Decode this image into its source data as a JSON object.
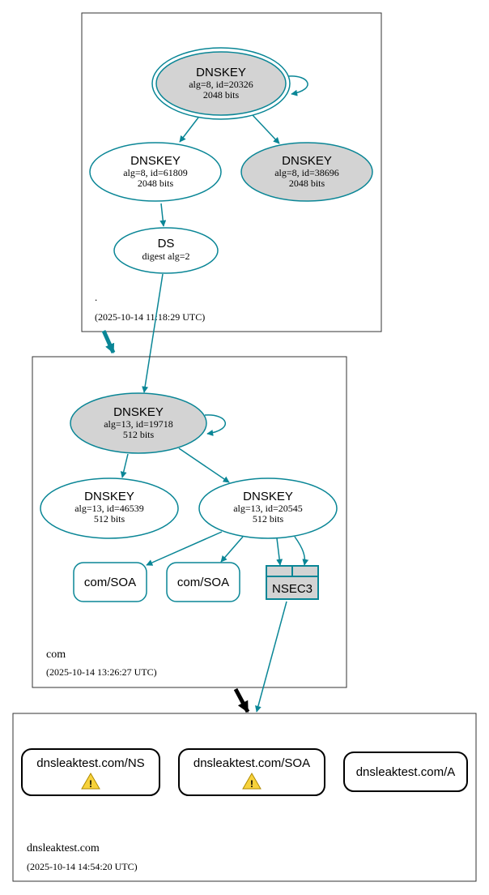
{
  "colors": {
    "edge": "#0a8696",
    "node_fill_gray": "#d3d3d3",
    "warning_fill": "#f7d23c",
    "black": "#000000",
    "white": "#ffffff"
  },
  "zones": {
    "root": {
      "name": ".",
      "timestamp": "(2025-10-14 11:18:29 UTC)"
    },
    "com": {
      "name": "com",
      "timestamp": "(2025-10-14 13:26:27 UTC)"
    },
    "leaf": {
      "name": "dnsleaktest.com",
      "timestamp": "(2025-10-14 14:54:20 UTC)"
    }
  },
  "root_nodes": {
    "ksk": {
      "type": "DNSKEY",
      "line1": "alg=8, id=20326",
      "line2": "2048 bits"
    },
    "zsk1": {
      "type": "DNSKEY",
      "line1": "alg=8, id=61809",
      "line2": "2048 bits"
    },
    "zsk2": {
      "type": "DNSKEY",
      "line1": "alg=8, id=38696",
      "line2": "2048 bits"
    },
    "ds": {
      "type": "DS",
      "line1": "digest alg=2"
    }
  },
  "com_nodes": {
    "ksk": {
      "type": "DNSKEY",
      "line1": "alg=13, id=19718",
      "line2": "512 bits"
    },
    "zsk1": {
      "type": "DNSKEY",
      "line1": "alg=13, id=46539",
      "line2": "512 bits"
    },
    "zsk2": {
      "type": "DNSKEY",
      "line1": "alg=13, id=20545",
      "line2": "512 bits"
    },
    "soa1": {
      "label": "com/SOA"
    },
    "soa2": {
      "label": "com/SOA"
    },
    "nsec3": {
      "label": "NSEC3"
    }
  },
  "leaf_nodes": {
    "ns": {
      "label": "dnsleaktest.com/NS",
      "warning": "!"
    },
    "soa": {
      "label": "dnsleaktest.com/SOA",
      "warning": "!"
    },
    "a": {
      "label": "dnsleaktest.com/A"
    }
  }
}
